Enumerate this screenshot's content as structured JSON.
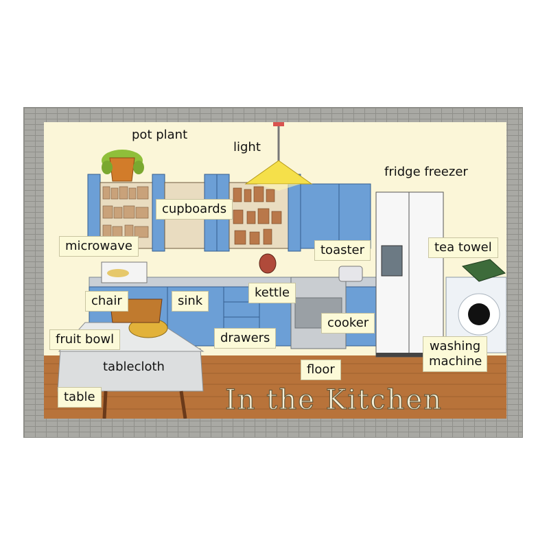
{
  "poster": {
    "title": "In the Kitchen",
    "labels": {
      "pot_plant": "pot plant",
      "light": "light",
      "fridge_freezer": "fridge freezer",
      "cupboards": "cupboards",
      "microwave": "microwave",
      "toaster": "toaster",
      "tea_towel": "tea towel",
      "chair": "chair",
      "sink": "sink",
      "kettle": "kettle",
      "cooker": "cooker",
      "fruit_bowl": "fruit bowl",
      "drawers": "drawers",
      "tablecloth": "tablecloth",
      "floor": "floor",
      "washing_machine_line1": "washing",
      "washing_machine_line2": "machine",
      "table": "table"
    }
  },
  "colors": {
    "wall": "#fbf6d8",
    "cabinet_blue": "#6c9fd6",
    "floor_wood": "#b8733a",
    "label_bg": "#fcfad8",
    "frame_grey": "#a9a9a4"
  }
}
